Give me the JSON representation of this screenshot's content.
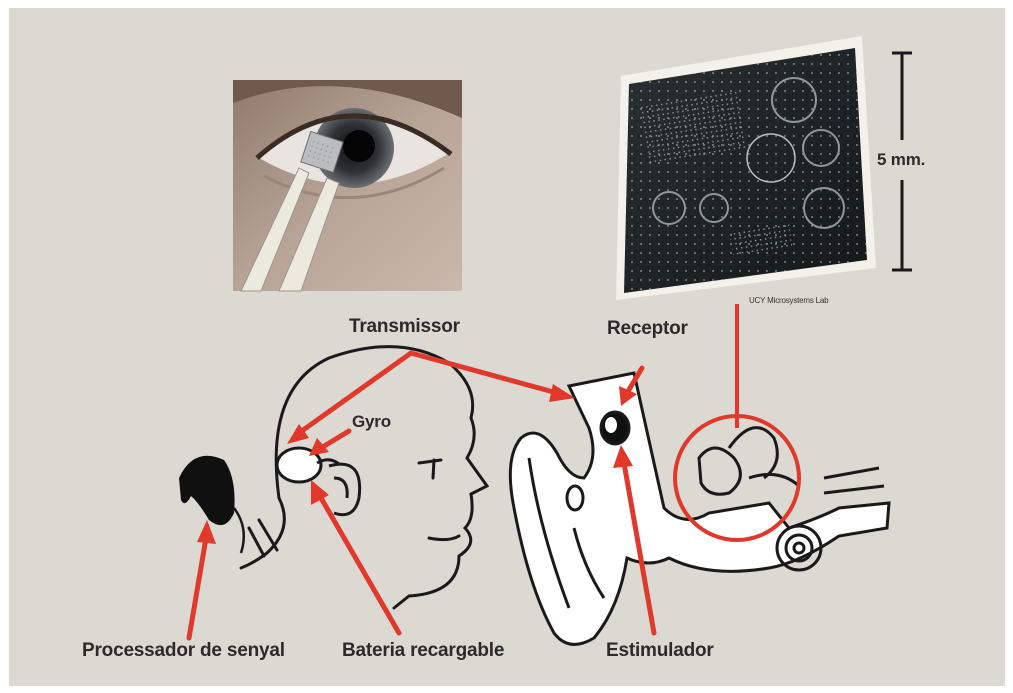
{
  "labels": {
    "transmissor": "Transmissor",
    "receptor": "Receptor",
    "gyro": "Gyro",
    "processador": "Processador de senyal",
    "bateria": "Bateria recargable",
    "estimulador": "Estimulador",
    "scale": "5 mm.",
    "credit": "UCY Microsystems Lab"
  },
  "colors": {
    "background": "#dcd8d2",
    "arrow": "#e0382b",
    "ink": "#1a1a1a",
    "chip": "#1c2124"
  },
  "icons": {
    "photo": "eye-with-tweezers-chip-photo",
    "chip": "microchip-image",
    "head": "head-profile-outline",
    "ear": "inner-ear-cross-section"
  }
}
